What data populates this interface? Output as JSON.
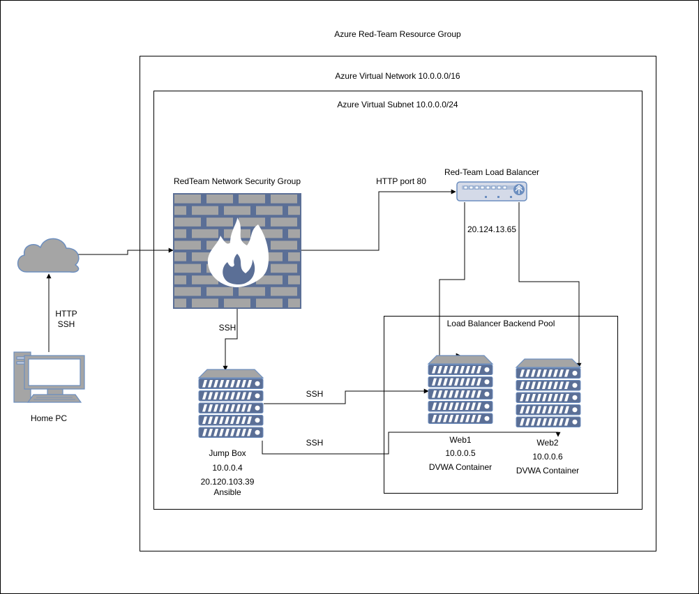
{
  "groups": {
    "resource_group": "Azure Red-Team Resource Group",
    "vnet": "Azure Virtual Network 10.0.0.0/16",
    "subnet": "Azure Virtual Subnet 10.0.0.0/24",
    "backend_pool": "Load Balancer Backend Pool"
  },
  "nodes": {
    "nsg": {
      "label": "RedTeam Network Security Group"
    },
    "load_balancer": {
      "label": "Red-Team Load Balancer",
      "ip": "20.124.13.65"
    },
    "jump_box": {
      "label": "Jump Box",
      "ip": "10.0.0.4",
      "public_ip": "20.120.103.39",
      "role": "Ansible"
    },
    "web1": {
      "label": "Web1",
      "ip": "10.0.0.5",
      "role": "DVWA Container"
    },
    "web2": {
      "label": "Web2",
      "ip": "10.0.0.6",
      "role": "DVWA Container"
    },
    "home_pc": {
      "label": "Home PC"
    }
  },
  "edges": {
    "pc_to_cloud_line1": "HTTP",
    "pc_to_cloud_line2": "SSH",
    "nsg_to_lb": "HTTP port 80",
    "nsg_to_jump": "SSH",
    "jump_to_web1": "SSH",
    "jump_to_web2": "SSH"
  },
  "colors": {
    "icon_fill": "#a5a5a5",
    "icon_stroke": "#6c8ebf",
    "server_fill": "#5b6f96",
    "line": "#000000"
  }
}
